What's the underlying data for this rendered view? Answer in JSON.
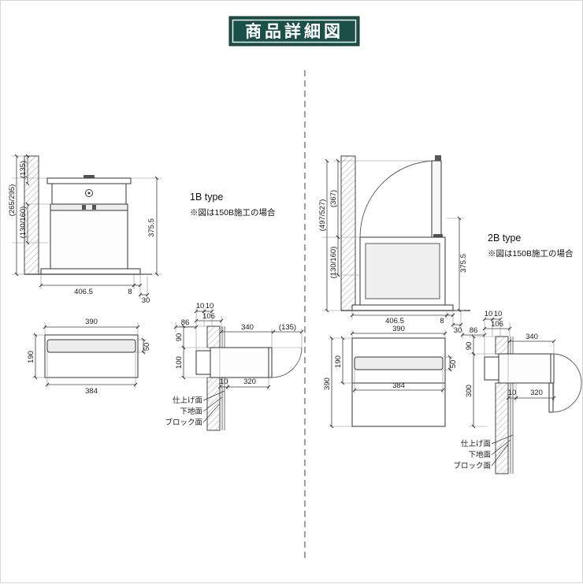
{
  "title": "商品詳細図",
  "colors": {
    "title_bg": "#1a5048",
    "line": "#333333",
    "hatch": "#9a9a9a"
  },
  "type1b": {
    "type_label": "1B type",
    "note": "※図は150B施工の場合",
    "front": {
      "dim_135": "(135)",
      "dim_265_295": "(265/295)",
      "dim_130_160": "(130/160)",
      "dim_375_5": "375.5",
      "dim_406_5": "406.5",
      "dim_8": "8",
      "dim_30": "30"
    },
    "plan": {
      "dim_390": "390",
      "dim_190": "190",
      "dim_384": "384",
      "dim_50": "50"
    },
    "section": {
      "dim_10a": "10",
      "dim_10b": "10",
      "dim_106": "106",
      "dim_86": "86",
      "dim_90": "90",
      "dim_100": "100",
      "dim_340": "340",
      "dim_135": "(135)",
      "dim_10c": "10",
      "dim_320": "320",
      "label_finish": "仕上げ面",
      "label_base": "下地面",
      "label_block": "ブロック面"
    }
  },
  "type2b": {
    "type_label": "2B type",
    "note": "※図は150B施工の場合",
    "front": {
      "dim_367": "(367)",
      "dim_497_527": "(497/527)",
      "dim_130_160": "(130/160)",
      "dim_375_5": "375.5",
      "dim_406_5": "406.5",
      "dim_8": "8",
      "dim_30": "30"
    },
    "plan": {
      "dim_390_w": "390",
      "dim_190": "190",
      "dim_390_d": "390",
      "dim_384": "384",
      "dim_50": "50"
    },
    "section": {
      "dim_10a": "10",
      "dim_10b": "10",
      "dim_106": "106",
      "dim_86": "86",
      "dim_90": "90",
      "dim_300": "300",
      "dim_340": "340",
      "dim_10c": "10",
      "dim_320": "320",
      "label_finish": "仕上げ面",
      "label_base": "下地面",
      "label_block": "ブロック面"
    }
  }
}
